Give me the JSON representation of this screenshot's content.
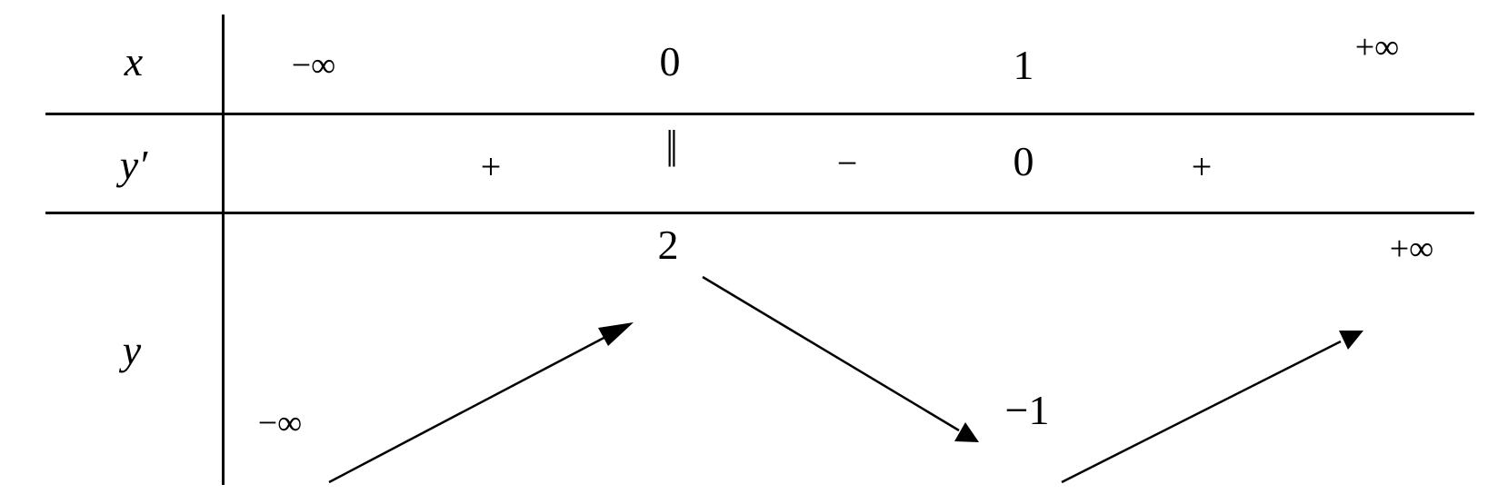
{
  "labels": {
    "x": "x",
    "y_prime": "y′",
    "y": "y"
  },
  "x_row": {
    "neg_inf": "−∞",
    "c0": "0",
    "c1": "1",
    "pos_inf": "+∞"
  },
  "yprime_row": {
    "sign1": "+",
    "undefined_mark": "||",
    "sign2": "−",
    "zero": "0",
    "sign3": "+"
  },
  "y_row": {
    "left_limit": "−∞",
    "local_max": "2",
    "local_min": "−1",
    "right_limit": "+∞"
  },
  "arrows": [
    {
      "name": "arrow-increasing-1",
      "direction": "up"
    },
    {
      "name": "arrow-decreasing",
      "direction": "down"
    },
    {
      "name": "arrow-increasing-2",
      "direction": "up"
    }
  ]
}
